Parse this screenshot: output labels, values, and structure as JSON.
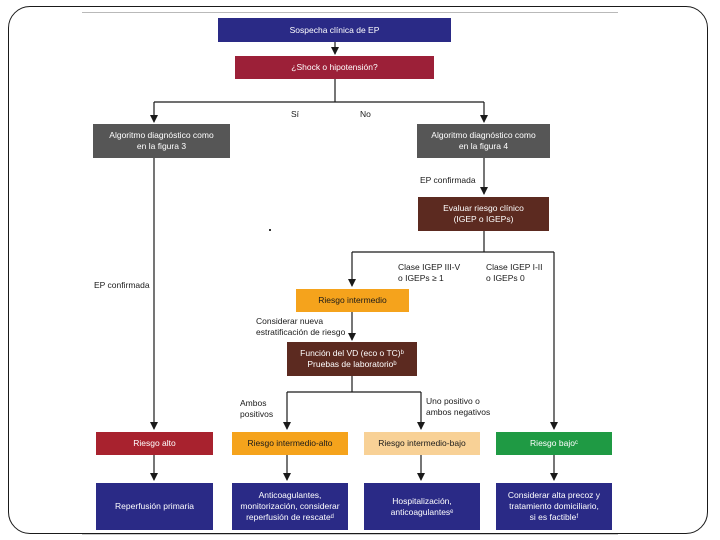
{
  "colors": {
    "navy": "#2a2a86",
    "crimson": "#9c2038",
    "gray": "#565656",
    "brown": "#5c2a20",
    "orange": "#f5a31c",
    "peach": "#f8d196",
    "red": "#a8222e",
    "green": "#1f9a44",
    "arrow": "#1a1a1a"
  },
  "nodes": {
    "start": "Sospecha clínica de EP",
    "shock": "¿Shock o hipotensión?",
    "alg3": "Algoritmo diagnóstico como\nen la figura 3",
    "alg4": "Algoritmo diagnóstico como\nen la figura 4",
    "evaluar": "Evaluar riesgo clínico\n(IGEP o IGEPs)",
    "intermedio": "Riesgo intermedio",
    "funcion": "Función del VD (eco o TC)ᵇ\nPruebas de laboratorioᵇ",
    "alto": "Riesgo alto",
    "int_alto": "Riesgo intermedio-alto",
    "int_bajo": "Riesgo intermedio-bajo",
    "bajo": "Riesgo bajoᶜ",
    "reperfusion": "Reperfusión primaria",
    "anticoag": "Anticoagulantes,\nmonitorización, considerar\nreperfusión de rescateᵈ",
    "hospital": "Hospitalización,\nanticoagulantesᵉ",
    "alta": "Considerar alta precoz y\ntratamiento domiciliario,\nsi es factibleᶠ"
  },
  "labels": {
    "si": "Sí",
    "no": "No",
    "ep_confirmada_right": "EP confirmada",
    "ep_confirmada_left": "EP confirmada",
    "clase_345": "Clase IGEP III-V\no IGEPs ≥ 1",
    "clase_12": "Clase IGEP I-II\no IGEPs 0",
    "considerar": "Considerar nueva\nestratificación de riesgo",
    "ambos_positivos": "Ambos\npositivos",
    "uno_positivo": "Uno positivo o\nambos negativos"
  }
}
